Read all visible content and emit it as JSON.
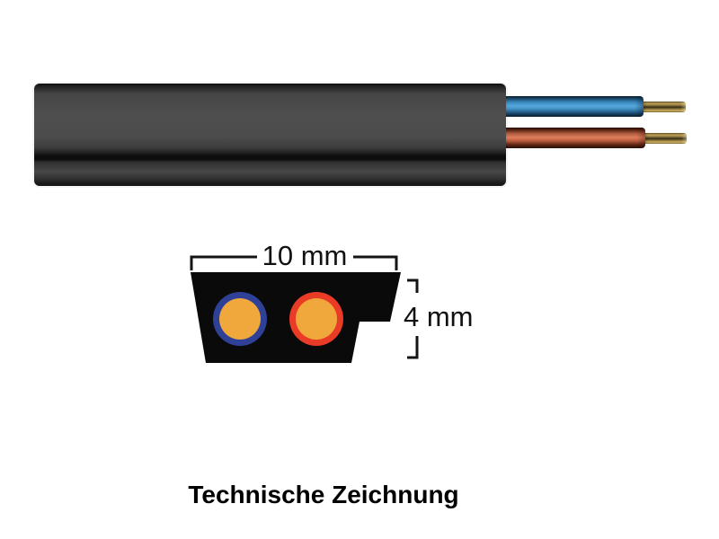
{
  "page": {
    "background_color": "#ffffff",
    "caption": "Technische Zeichnung"
  },
  "photo": {
    "jacket_color": "#4c4c4c",
    "wires": [
      {
        "name": "blue wire",
        "insulation_color": "#4fa3d8",
        "conductor_color": "#c0a155"
      },
      {
        "name": "brown wire",
        "insulation_color": "#e07e5b",
        "conductor_color": "#c0a155"
      }
    ]
  },
  "drawing": {
    "width_label": "10 mm",
    "width_mm": 10,
    "height_label": "4 mm",
    "height_mm": 4,
    "sheath_color": "#0a0a0a",
    "core_color": "#f0a83c",
    "left_ring_color": "#2e4196",
    "right_ring_color": "#ea3b27",
    "dimension_color": "#141414"
  }
}
